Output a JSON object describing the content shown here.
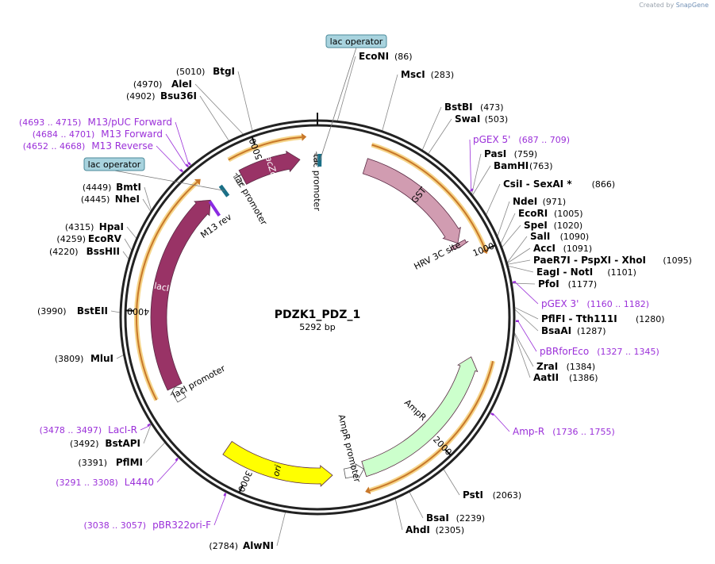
{
  "credit": {
    "prefix": "Created by",
    "brand": "SnapGene"
  },
  "plasmid": {
    "name": "PDZK1_PDZ_1",
    "length_label": "5292 bp",
    "length": 5292
  },
  "ticks": [
    {
      "pos": 1,
      "label": ""
    },
    {
      "pos": 1000,
      "label": "1000"
    },
    {
      "pos": 2000,
      "label": "2000"
    },
    {
      "pos": 3000,
      "label": "3000"
    },
    {
      "pos": 4000,
      "label": "4000"
    },
    {
      "pos": 5000,
      "label": "5000"
    }
  ],
  "features": [
    {
      "name": "GST",
      "type": "cds",
      "start": 259,
      "end": 915,
      "color": "#d19cb1",
      "dir": 1,
      "label": "GST"
    },
    {
      "name": "HRV 3C site",
      "type": "cds",
      "start": 916,
      "end": 939,
      "color": "#d19cb1",
      "dir": 1,
      "label": "HRV 3C site"
    },
    {
      "name": "AmpR",
      "type": "cds",
      "start": 1536,
      "end": 2396,
      "color": "#ccffcc",
      "dir": -1,
      "label": "AmpR"
    },
    {
      "name": "AmpR promoter",
      "type": "promoter",
      "start": 2397,
      "end": 2501,
      "color": "#ffffff",
      "dir": -1,
      "label": "AmpR promoter"
    },
    {
      "name": "ori",
      "type": "rep",
      "start": 2567,
      "end": 3155,
      "color": "#ffff00",
      "dir": -1,
      "label": "ori"
    },
    {
      "name": "lacI promoter",
      "type": "promoter",
      "start": 3510,
      "end": 3587,
      "color": "#ffffff",
      "dir": 1,
      "label": "lacI promoter"
    },
    {
      "name": "lacI",
      "type": "cds",
      "start": 3588,
      "end": 4670,
      "color": "#993366",
      "dir": 1,
      "label": "lacI"
    },
    {
      "name": "lac promoter",
      "type": "promoter",
      "start": 4840,
      "end": 4870,
      "color": "#ffffff",
      "dir": 1,
      "label": "lac promoter"
    },
    {
      "name": "lacZa",
      "type": "cds",
      "start": 4880,
      "end": 5200,
      "color": "#993366",
      "dir": 1,
      "label": "lacZα"
    },
    {
      "name": "tac promoter",
      "type": "promoter",
      "start": 5280,
      "end": 5292,
      "color": "#ffffff",
      "dir": 1,
      "label": "tac promoter"
    },
    {
      "name": "M13 rev",
      "type": "primer_site",
      "start": 4652,
      "end": 4668,
      "color": "#8a2be2",
      "dir": -1,
      "label": "M13 rev"
    }
  ],
  "orf_arcs": [
    {
      "start": 258,
      "end": 1000
    },
    {
      "start": 1530,
      "end": 2400
    },
    {
      "start": 3570,
      "end": 4680
    },
    {
      "start": 4860,
      "end": 5220
    }
  ],
  "operators": [
    {
      "name": "lac operator",
      "label": "lac operator",
      "pos": 15
    },
    {
      "name": "lac operator",
      "label": "lac operator",
      "pos": 4760
    }
  ],
  "sites": [
    {
      "name": "EcoNI",
      "pos": "(86)",
      "label_side": "right"
    },
    {
      "name": "MscI",
      "pos": "(283)",
      "label_side": "right"
    },
    {
      "name": "BstBI",
      "pos": "(473)",
      "label_side": "right"
    },
    {
      "name": "SwaI",
      "pos": "(503)",
      "label_side": "right"
    },
    {
      "name": "PasI",
      "pos": "(759)",
      "label_side": "right"
    },
    {
      "name": "BamHI",
      "pos": "(763)",
      "label_side": "right"
    },
    {
      "name": "CsiI - SexAI *",
      "pos": "(866)",
      "label_side": "right"
    },
    {
      "name": "NdeI",
      "pos": "(971)",
      "label_side": "right"
    },
    {
      "name": "EcoRI",
      "pos": "(1005)",
      "label_side": "right"
    },
    {
      "name": "SpeI",
      "pos": "(1020)",
      "label_side": "right"
    },
    {
      "name": "SalI",
      "pos": "(1090)",
      "label_side": "right"
    },
    {
      "name": "AccI",
      "pos": "(1091)",
      "label_side": "right"
    },
    {
      "name": "PaeR7I - PspXI - XhoI",
      "pos": "(1095)",
      "label_side": "right"
    },
    {
      "name": "EagI - NotI",
      "pos": "(1101)",
      "label_side": "right"
    },
    {
      "name": "PfoI",
      "pos": "(1177)",
      "label_side": "right"
    },
    {
      "name": "PflFI - Tth111I",
      "pos": "(1280)",
      "label_side": "right"
    },
    {
      "name": "BsaAI",
      "pos": "(1287)",
      "label_side": "right"
    },
    {
      "name": "ZraI",
      "pos": "(1384)",
      "label_side": "right"
    },
    {
      "name": "AatII",
      "pos": "(1386)",
      "label_side": "right"
    },
    {
      "name": "PstI",
      "pos": "(2063)",
      "label_side": "right"
    },
    {
      "name": "BsaI",
      "pos": "(2239)",
      "label_side": "right"
    },
    {
      "name": "AhdI",
      "pos": "(2305)",
      "label_side": "right"
    },
    {
      "name": "AlwNI",
      "pos": "(2784)",
      "label_side": "left"
    },
    {
      "name": "PflMI",
      "pos": "(3391)",
      "label_side": "left"
    },
    {
      "name": "BstAPI",
      "pos": "(3492)",
      "label_side": "left"
    },
    {
      "name": "MluI",
      "pos": "(3809)",
      "label_side": "left"
    },
    {
      "name": "BstEII",
      "pos": "(3990)",
      "label_side": "left"
    },
    {
      "name": "BssHII",
      "pos": "(4220)",
      "label_side": "left"
    },
    {
      "name": "EcoRV",
      "pos": "(4259)",
      "label_side": "left"
    },
    {
      "name": "HpaI",
      "pos": "(4315)",
      "label_side": "left"
    },
    {
      "name": "NheI",
      "pos": "(4445)",
      "label_side": "left"
    },
    {
      "name": "BmtI",
      "pos": "(4449)",
      "label_side": "left"
    },
    {
      "name": "Bsu36I",
      "pos": "(4902)",
      "label_side": "left"
    },
    {
      "name": "AleI",
      "pos": "(4970)",
      "label_side": "left"
    },
    {
      "name": "BtgI",
      "pos": "(5010)",
      "label_side": "left"
    }
  ],
  "primers": [
    {
      "name": "pGEX 5'",
      "range": "(687 .. 709)"
    },
    {
      "name": "pGEX 3'",
      "range": "(1160 .. 1182)"
    },
    {
      "name": "pBRforEco",
      "range": "(1327 .. 1345)"
    },
    {
      "name": "Amp-R",
      "range": "(1736 .. 1755)"
    },
    {
      "name": "pBR322ori-F",
      "range": "(3038 .. 3057)"
    },
    {
      "name": "L4440",
      "range": "(3291 .. 3308)"
    },
    {
      "name": "LacI-R",
      "range": "(3478 .. 3497)"
    },
    {
      "name": "M13 Reverse",
      "range": "(4652 .. 4668)"
    },
    {
      "name": "M13 Forward",
      "range": "(4684 .. 4701)"
    },
    {
      "name": "M13/pUC Forward",
      "range": "(4693 .. 4715)"
    }
  ]
}
